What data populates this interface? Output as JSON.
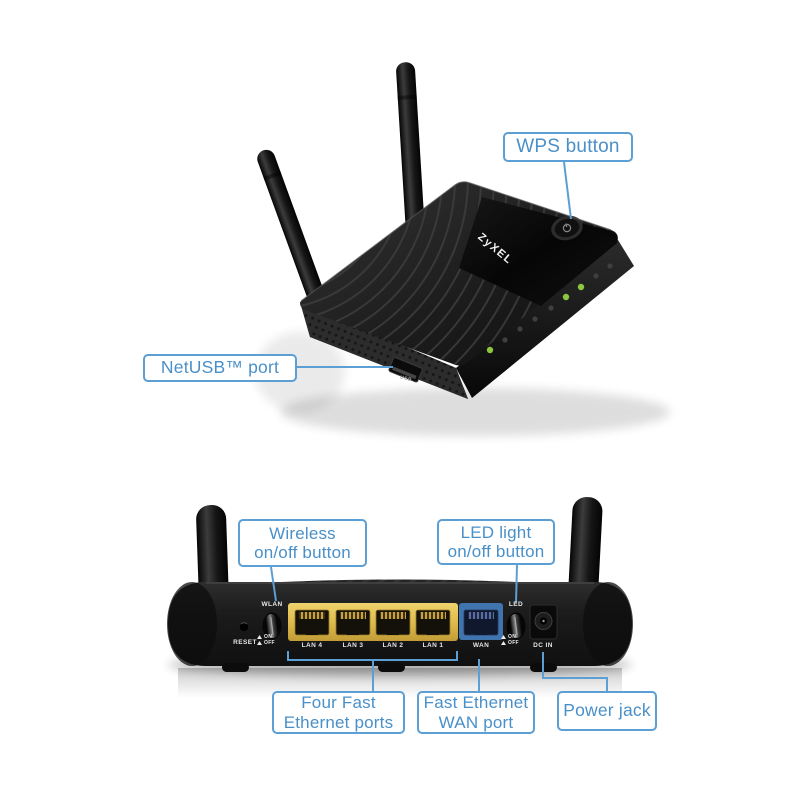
{
  "colors": {
    "callout_border": "#5b9fd4",
    "callout_text": "#4a90c8",
    "lan_panel_yellow": "#dfbb4e",
    "wan_port_blue": "#3f74ae",
    "led_green": "#8dc63f",
    "device_black": "#1a1a1a"
  },
  "top_view": {
    "brand": "ZyXEL",
    "usb_label": "USB",
    "callouts": {
      "wps": "WPS button",
      "netusb": "NetUSB™ port"
    }
  },
  "rear_view": {
    "labels": {
      "reset": "RESET",
      "wlan": "WLAN",
      "led": "LED",
      "dc_in": "DC IN",
      "wan": "WAN",
      "on": "ON",
      "off": "OFF"
    },
    "lan_ports": [
      "LAN 4",
      "LAN 3",
      "LAN 2",
      "LAN 1"
    ],
    "callouts": {
      "wireless": {
        "line1": "Wireless",
        "line2": "on/off button"
      },
      "led_light": {
        "line1": "LED light",
        "line2": "on/off button"
      },
      "four_ethernet": {
        "line1": "Four Fast",
        "line2": "Ethernet ports"
      },
      "wan_ethernet": {
        "line1": "Fast Ethernet",
        "line2": "WAN port"
      },
      "power": "Power jack"
    }
  }
}
